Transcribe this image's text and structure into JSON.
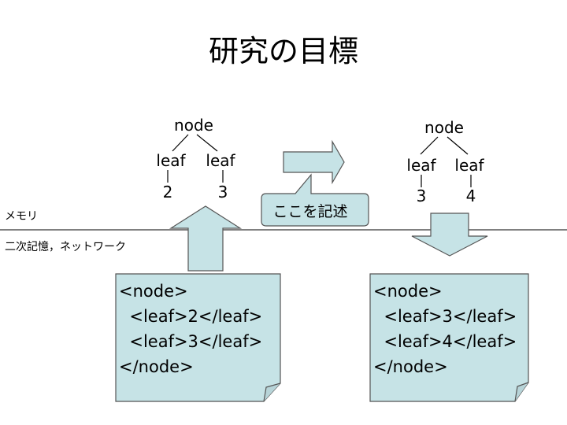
{
  "title": "研究の目標",
  "colors": {
    "fill": "#c6e3e6",
    "stroke": "#555555",
    "line": "#000000"
  },
  "left_tree": {
    "node": "node",
    "leaves": [
      "leaf",
      "leaf"
    ],
    "values": [
      "2",
      "3"
    ]
  },
  "right_tree": {
    "node": "node",
    "leaves": [
      "leaf",
      "leaf"
    ],
    "values": [
      "3",
      "4"
    ]
  },
  "memory_label": "メモリ",
  "storage_label": "二次記憶，ネットワーク",
  "callout": "ここを記述",
  "left_doc": {
    "lines": [
      "<node>",
      "  <leaf>2</leaf>",
      "  <leaf>3</leaf>",
      "</node>"
    ]
  },
  "right_doc": {
    "lines": [
      "<node>",
      "  <leaf>3</leaf>",
      "  <leaf>4</leaf>",
      "</node>"
    ]
  }
}
